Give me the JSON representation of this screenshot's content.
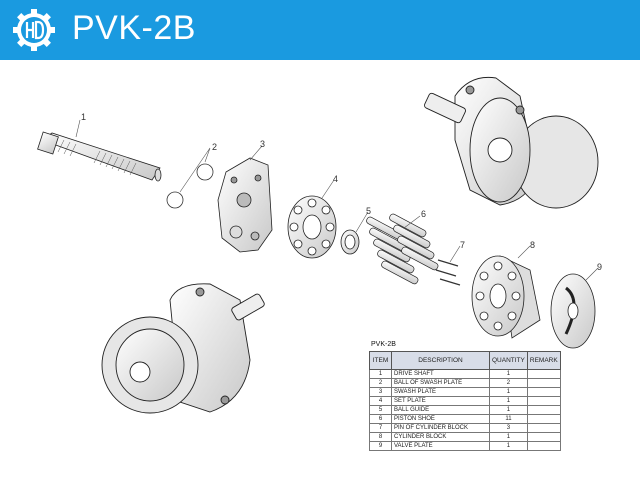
{
  "header": {
    "title": "PVK-2B"
  },
  "diagram": {
    "callouts": [
      "1",
      "2",
      "3",
      "4",
      "5",
      "6",
      "7",
      "8",
      "9"
    ]
  },
  "table": {
    "caption": "PVK-2B",
    "headers": [
      "ITEM",
      "DESCRIPTION",
      "QUANTITY",
      "REMARK"
    ],
    "rows": [
      {
        "item": "1",
        "description": "DRIVE SHAFT",
        "quantity": "1",
        "remark": ""
      },
      {
        "item": "2",
        "description": "BALL OF SWASH PLATE",
        "quantity": "2",
        "remark": ""
      },
      {
        "item": "3",
        "description": "SWASH PLATE",
        "quantity": "1",
        "remark": ""
      },
      {
        "item": "4",
        "description": "SET PLATE",
        "quantity": "1",
        "remark": ""
      },
      {
        "item": "5",
        "description": "BALL GUIDE",
        "quantity": "1",
        "remark": ""
      },
      {
        "item": "6",
        "description": "PISTON SHOE",
        "quantity": "11",
        "remark": ""
      },
      {
        "item": "7",
        "description": "PIN OF CYLINDER BLOCK",
        "quantity": "3",
        "remark": ""
      },
      {
        "item": "8",
        "description": "CYLINDER BLOCK",
        "quantity": "1",
        "remark": ""
      },
      {
        "item": "9",
        "description": "VALVE PLATE",
        "quantity": "1",
        "remark": ""
      }
    ]
  },
  "colors": {
    "header_bg": "#1a9ae0",
    "header_text": "#ffffff"
  },
  "icons": {
    "logo": "hd-gear-logo"
  }
}
